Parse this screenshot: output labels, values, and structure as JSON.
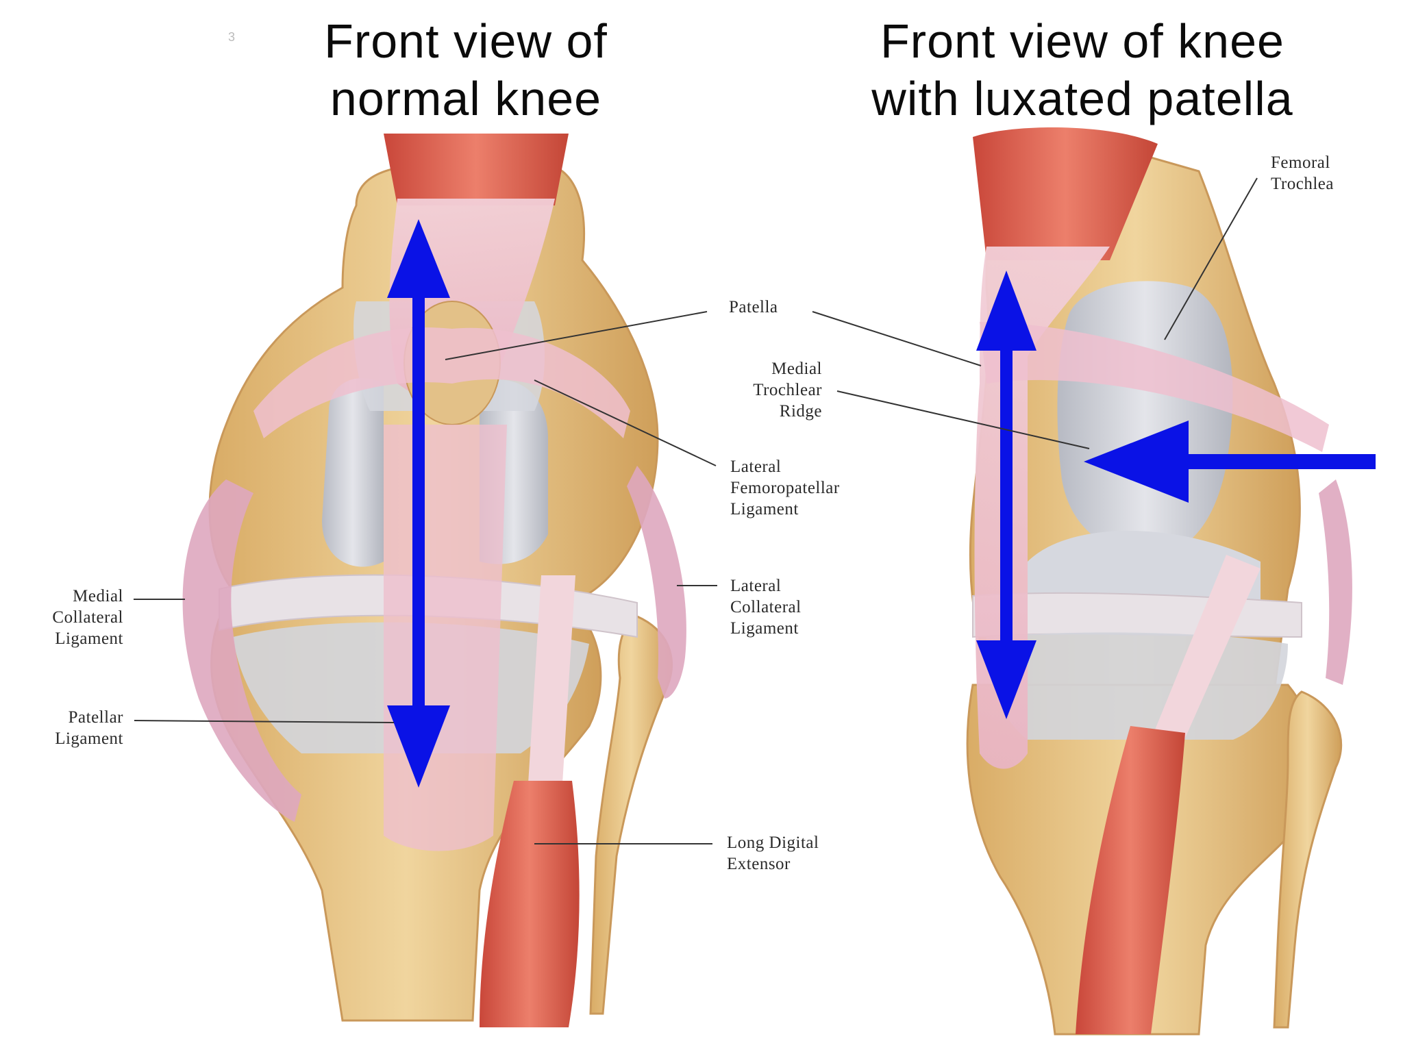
{
  "titles": {
    "left": [
      "Front view of",
      "normal knee"
    ],
    "right": [
      "Front view of knee",
      "with luxated patella"
    ]
  },
  "page_number": "3",
  "labels": {
    "patella": "Patella",
    "medial_trochlear_ridge": [
      "Medial",
      "Trochlear",
      "Ridge"
    ],
    "lateral_femoropatellar_ligament": [
      "Lateral",
      "Femoropatellar",
      "Ligament"
    ],
    "lateral_collateral_ligament": [
      "Lateral",
      "Collateral",
      "Ligament"
    ],
    "long_digital_extensor": [
      "Long Digital",
      "Extensor"
    ],
    "medial_collateral_ligament": [
      "Medial",
      "Collateral",
      "Ligament"
    ],
    "patellar_ligament": [
      "Patellar",
      "Ligament"
    ],
    "femoral_trochlea": [
      "Femoral",
      "Trochlea"
    ]
  },
  "colors": {
    "bone": "#e8c98f",
    "bone_shadow": "#c99a52",
    "cartilage": "#c9ccd4",
    "ligament": "#eab8c8",
    "muscle": "#d9604f",
    "arrow": "#0a12e6",
    "leader_line": "#333333"
  },
  "arrows": {
    "normal_knee": "vertical-double-arrow",
    "luxated_knee_vertical": "vertical-double-arrow",
    "luxated_knee_horizontal": "left-arrow"
  }
}
